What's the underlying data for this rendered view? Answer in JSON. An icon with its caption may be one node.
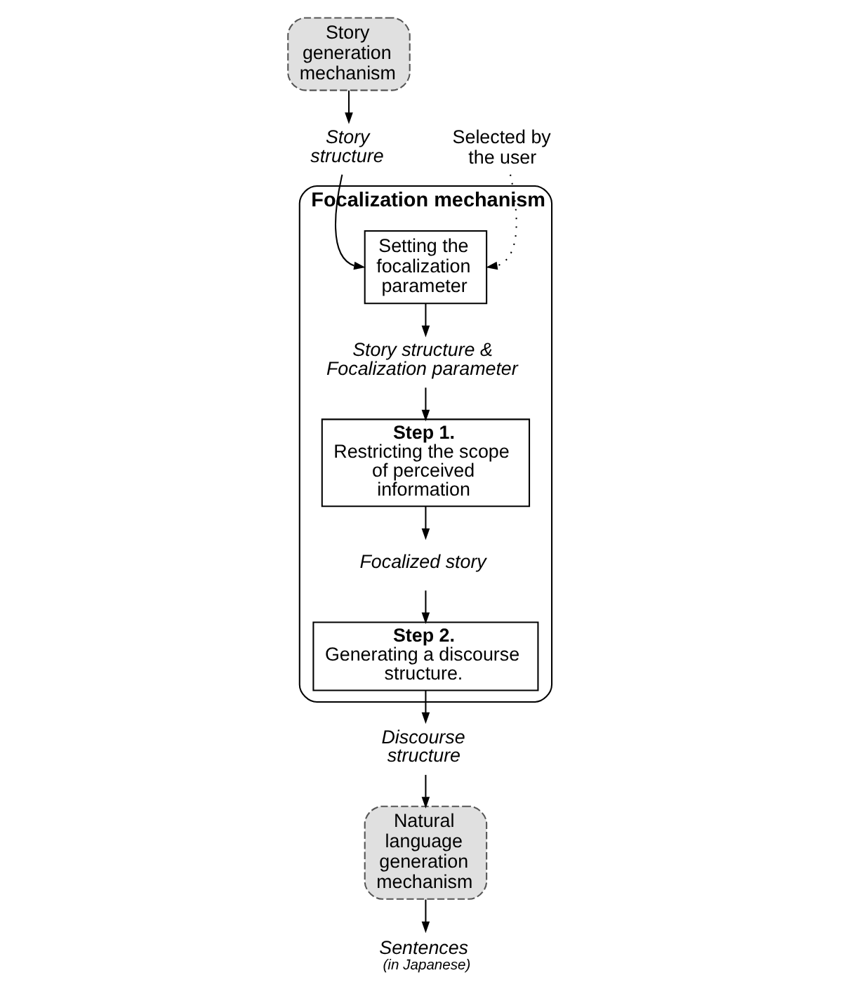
{
  "diagram": {
    "nodes": [
      {
        "text": [
          "Story generation mechanism"
        ]
      },
      {
        "text": [
          "Story structure"
        ]
      },
      {
        "text": [
          "Focalization mechanism"
        ]
      },
      {
        "text": [
          "Setting the focalization parameter"
        ],
        "in": 2
      },
      {
        "text": [
          "Selected by the user"
        ]
      },
      {
        "text": [
          "Story structure & Focalization parameter"
        ],
        "in": 2
      },
      {
        "text": [
          "Step 1.",
          "Restricting the scope of perceived information"
        ],
        "in": 2
      },
      {
        "text": [
          "Focalized story"
        ],
        "in": 2
      },
      {
        "text": [
          "Step 2.",
          "Generating a discourse structure."
        ],
        "in": 2
      },
      {
        "text": [
          "Discourse structure"
        ]
      },
      {
        "text": [
          "Natural language generation mechanism"
        ]
      },
      {
        "text": [
          "Sentences",
          "(in Japanese)"
        ]
      }
    ],
    "edges": [
      {
        "from": 0,
        "to": 1,
        "arrow": "to"
      },
      {
        "from": 1,
        "to": 3,
        "arrow": "to"
      },
      {
        "from": 4,
        "to": 3,
        "arrow": "to",
        "style": "dashed"
      },
      {
        "from": 3,
        "to": 5,
        "arrow": "to"
      },
      {
        "from": 5,
        "to": 6,
        "arrow": "to"
      },
      {
        "from": 6,
        "to": 7,
        "arrow": "to"
      },
      {
        "from": 7,
        "to": 8,
        "arrow": "to"
      },
      {
        "from": 8,
        "to": 9,
        "arrow": "to"
      },
      {
        "from": 9,
        "to": 10,
        "arrow": "to"
      },
      {
        "from": 10,
        "to": 11,
        "arrow": "to"
      }
    ]
  }
}
